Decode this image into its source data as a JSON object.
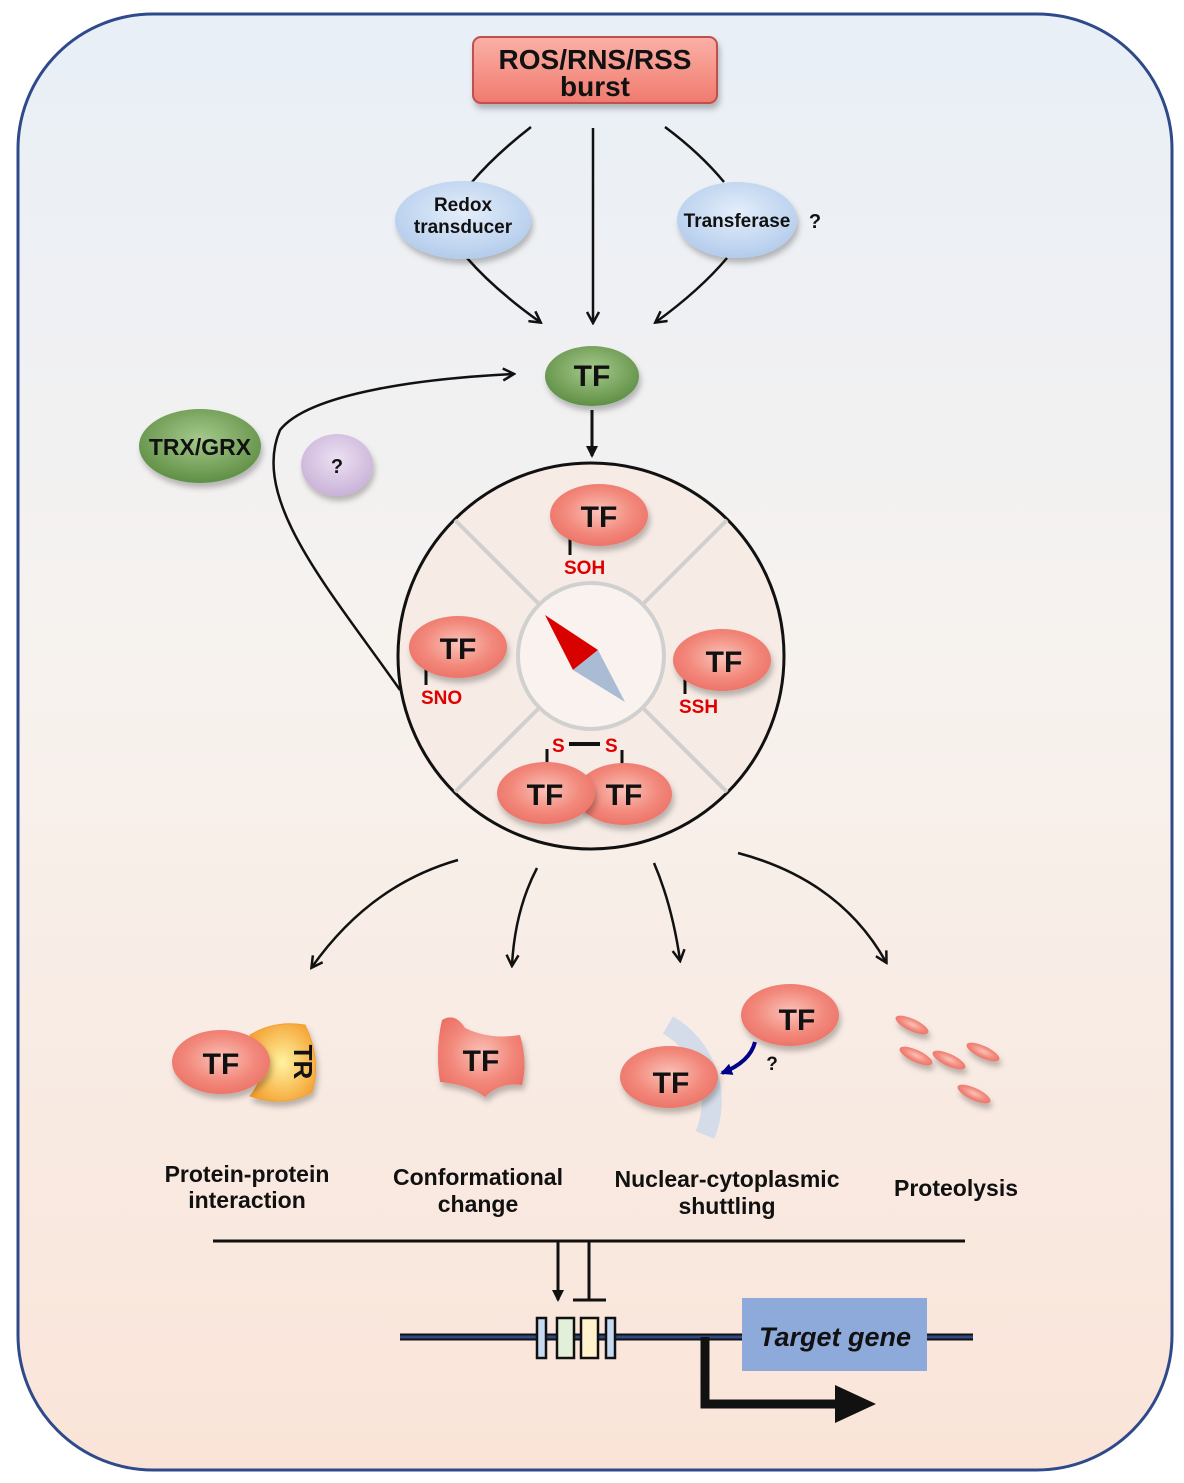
{
  "source": {
    "line1": "ROS/RNS/RSS",
    "line2": "burst"
  },
  "redox_transducer": {
    "line1": "Redox",
    "line2": "transducer"
  },
  "transferase": {
    "label": "Transferase",
    "question": "?"
  },
  "tf_center": "TF",
  "trx_grx": "TRX/GRX",
  "unknown_reducer": "?",
  "modifications": {
    "soh": {
      "tf": "TF",
      "label": "SOH"
    },
    "sno": {
      "tf": "TF",
      "label": "SNO"
    },
    "ssh": {
      "tf": "TF",
      "label": "SSH"
    },
    "disulfide": {
      "tf_left": "TF",
      "tf_right": "TF",
      "s_left": "S",
      "s_right": "S"
    }
  },
  "outcomes": [
    {
      "tf": "TF",
      "partner": "TR",
      "line1": "Protein-protein",
      "line2": "interaction"
    },
    {
      "tf": "TF",
      "line1": "Conformational",
      "line2": "change"
    },
    {
      "tf_out": "TF",
      "tf_in": "TF",
      "question": "?",
      "line1": "Nuclear-cytoplasmic",
      "line2": "shuttling"
    },
    {
      "line1": "Proteolysis"
    }
  ],
  "target_gene": "Target gene",
  "colors": {
    "tf_red": "#f07f72",
    "tf_green": "#77a35a",
    "ellipse_blue": "#c6dbf2",
    "frame": "#2f4a8a",
    "gene_box": "#8eaadb"
  }
}
